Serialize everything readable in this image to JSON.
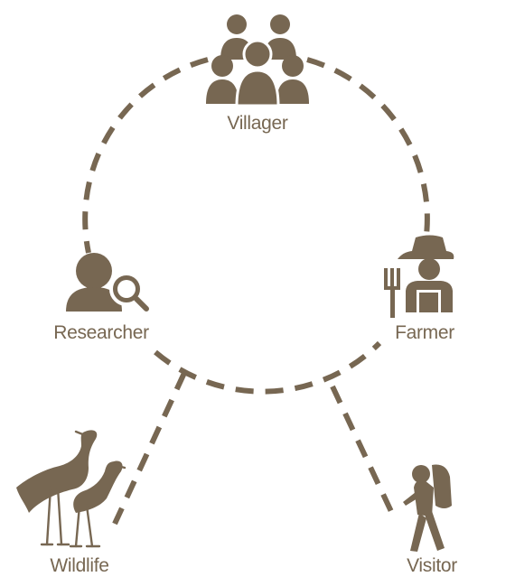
{
  "colors": {
    "accent": "#776752",
    "background": "#ffffff"
  },
  "nodes": {
    "villager": {
      "label": "Villager",
      "icon": "group-of-people-icon"
    },
    "researcher": {
      "label": "Researcher",
      "icon": "person-with-magnifier-icon"
    },
    "farmer": {
      "label": "Farmer",
      "icon": "farmer-with-pitchfork-icon"
    },
    "wildlife": {
      "label": "Wildlife",
      "icon": "cranes-icon"
    },
    "visitor": {
      "label": "Visitor",
      "icon": "hiker-with-backpack-icon"
    }
  },
  "connections": [
    {
      "from": "villager",
      "to": "researcher",
      "style": "dashed"
    },
    {
      "from": "villager",
      "to": "farmer",
      "style": "dashed"
    },
    {
      "from": "researcher",
      "to": "farmer",
      "style": "dashed"
    },
    {
      "from": "researcher",
      "to": "wildlife",
      "style": "dashed"
    },
    {
      "from": "farmer",
      "to": "visitor",
      "style": "dashed"
    }
  ]
}
